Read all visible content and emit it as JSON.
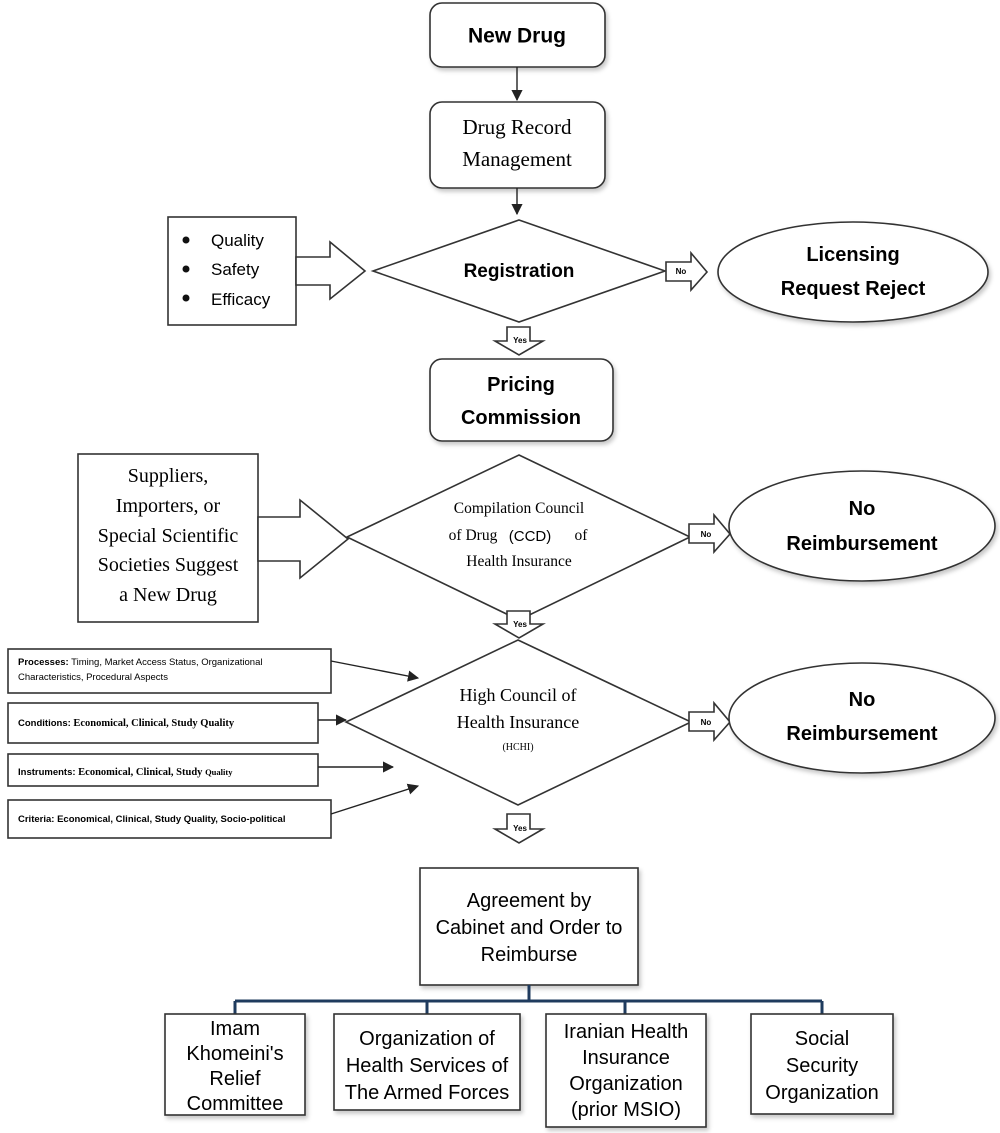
{
  "nodes": {
    "new_drug": "New Drug",
    "drug_record": [
      "Drug Record",
      "Management"
    ],
    "registration": "Registration",
    "criteria_list": [
      "Quality",
      "Safety",
      "Efficacy"
    ],
    "licensing_reject": [
      "Licensing",
      "Request Reject"
    ],
    "pricing": [
      "Pricing",
      "Commission"
    ],
    "suppliers": [
      "Suppliers,",
      "Importers, or",
      "Special Scientific",
      "Societies Suggest",
      "a New Drug"
    ],
    "ccd": [
      "Compilation Council",
      "of Drug",
      "(CCD)",
      "of",
      "Health Insurance"
    ],
    "no_reimb_1": [
      "No",
      "Reimbursement"
    ],
    "hchi": [
      "High Council of",
      "Health Insurance",
      "(HCHI)"
    ],
    "no_reimb_2": [
      "No",
      "Reimbursement"
    ],
    "agreement": [
      "Agreement by",
      "Cabinet and Order to",
      "Reimburse"
    ]
  },
  "factors": {
    "processes": {
      "label": "Processes:",
      "text1": " Timing, Market Access Status, Organizational",
      "text2": "Characteristics, Procedural Aspects"
    },
    "conditions": {
      "label": "Conditions:",
      "text": "  Economical, Clinical, Study Quality"
    },
    "instruments": {
      "label": "Instruments:",
      "text": "  Economical, Clinical, Study ",
      "small": "Quality"
    },
    "criteria": {
      "label": "Criteria:",
      "text": "  Economical, Clinical, Study Quality, Socio-political"
    }
  },
  "edges": {
    "yes": "Yes",
    "no": "No"
  },
  "organizations": [
    [
      "Imam",
      "Khomeini's",
      "Relief",
      "Committee"
    ],
    [
      "Organization of",
      "Health Services of",
      "The Armed Forces"
    ],
    [
      "Iranian Health",
      "Insurance",
      "Organization",
      "(prior MSIO)"
    ],
    [
      "Social",
      "Security",
      "Organization"
    ]
  ],
  "colors": {
    "branch_line": "#1f3b5e",
    "stroke": "#333333"
  }
}
